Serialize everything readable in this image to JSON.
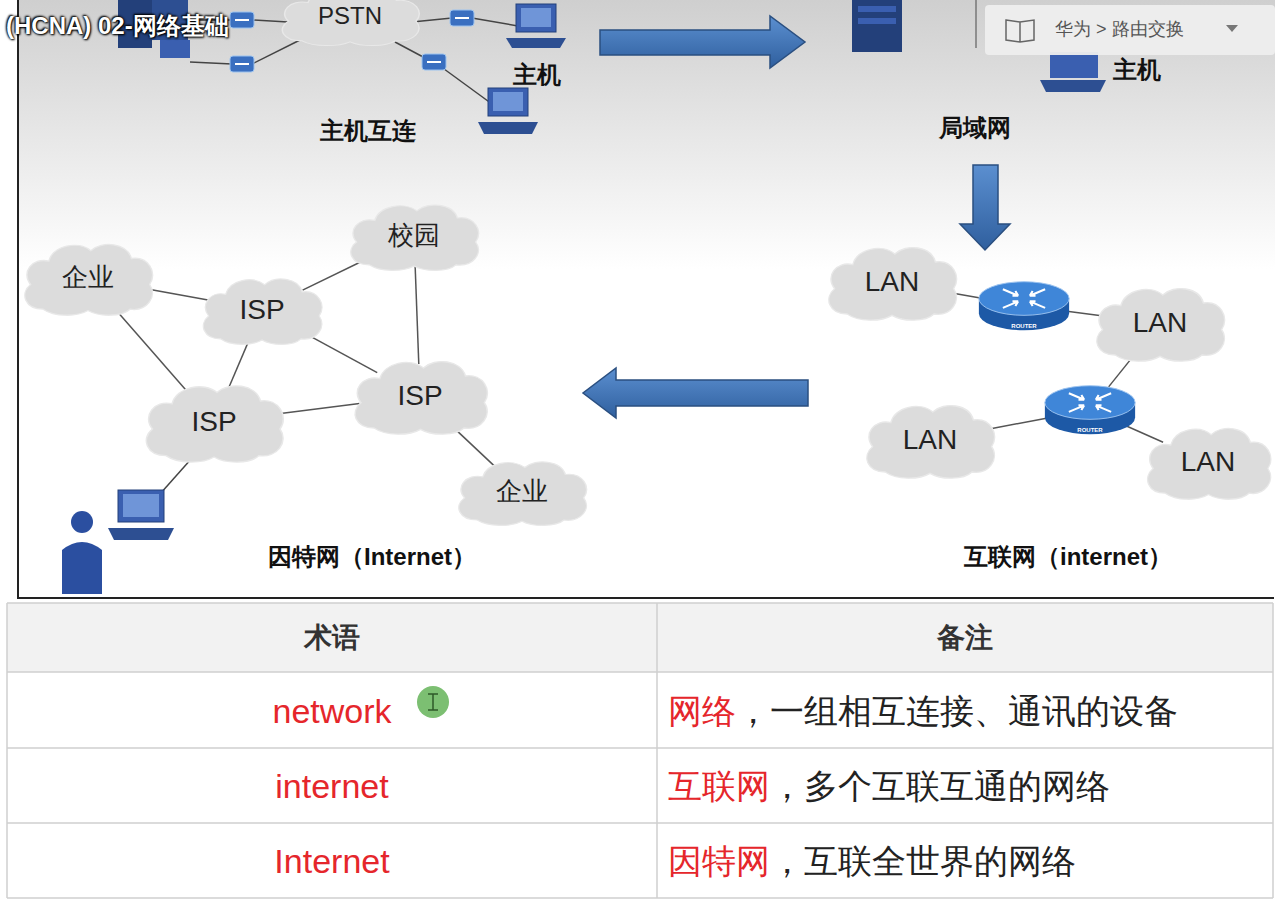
{
  "diagram": {
    "title": "(HCNA) 02-网络基础",
    "nodes": [
      {
        "text": [
          "PSTN"
        ]
      },
      {
        "text": [
          "企业"
        ]
      },
      {
        "text": [
          "校园"
        ]
      },
      {
        "text": [
          "ISP"
        ]
      },
      {
        "text": [
          "ISP"
        ]
      },
      {
        "text": [
          "ISP"
        ]
      },
      {
        "text": [
          "企业"
        ]
      },
      {
        "text": [
          "LAN"
        ]
      },
      {
        "text": [
          "ROUTER"
        ]
      },
      {
        "text": [
          "LAN"
        ]
      },
      {
        "text": [
          "ROUTER"
        ]
      },
      {
        "text": [
          "LAN"
        ]
      },
      {
        "text": [
          "LAN"
        ]
      }
    ],
    "edges": [
      {
        "from": 1,
        "to": 3,
        "arrow": "none"
      },
      {
        "from": 1,
        "to": 5,
        "arrow": "none"
      },
      {
        "from": 2,
        "to": 3,
        "arrow": "none"
      },
      {
        "from": 2,
        "to": 4,
        "arrow": "none"
      },
      {
        "from": 3,
        "to": 4,
        "arrow": "none"
      },
      {
        "from": 3,
        "to": 5,
        "arrow": "none"
      },
      {
        "from": 5,
        "to": 4,
        "arrow": "none"
      },
      {
        "from": 4,
        "to": 6,
        "arrow": "none"
      },
      {
        "from": 7,
        "to": 8,
        "arrow": "none"
      },
      {
        "from": 8,
        "to": 9,
        "arrow": "none"
      },
      {
        "from": 9,
        "to": 10,
        "arrow": "none"
      },
      {
        "from": 10,
        "to": 11,
        "arrow": "none"
      },
      {
        "from": 10,
        "to": 12,
        "arrow": "none"
      }
    ],
    "labels": [
      "华为 > 路由交换",
      "主机",
      "主机互连",
      "主机",
      "局域网",
      "因特网（Internet）",
      "互联网（internet）",
      "术语",
      "备注",
      "network",
      "网络",
      "，一组相互连接、通讯的设备",
      "internet",
      "互联网",
      "，多个互联互通的网络",
      "Internet",
      "因特网",
      "，互联全世界的网络"
    ]
  }
}
